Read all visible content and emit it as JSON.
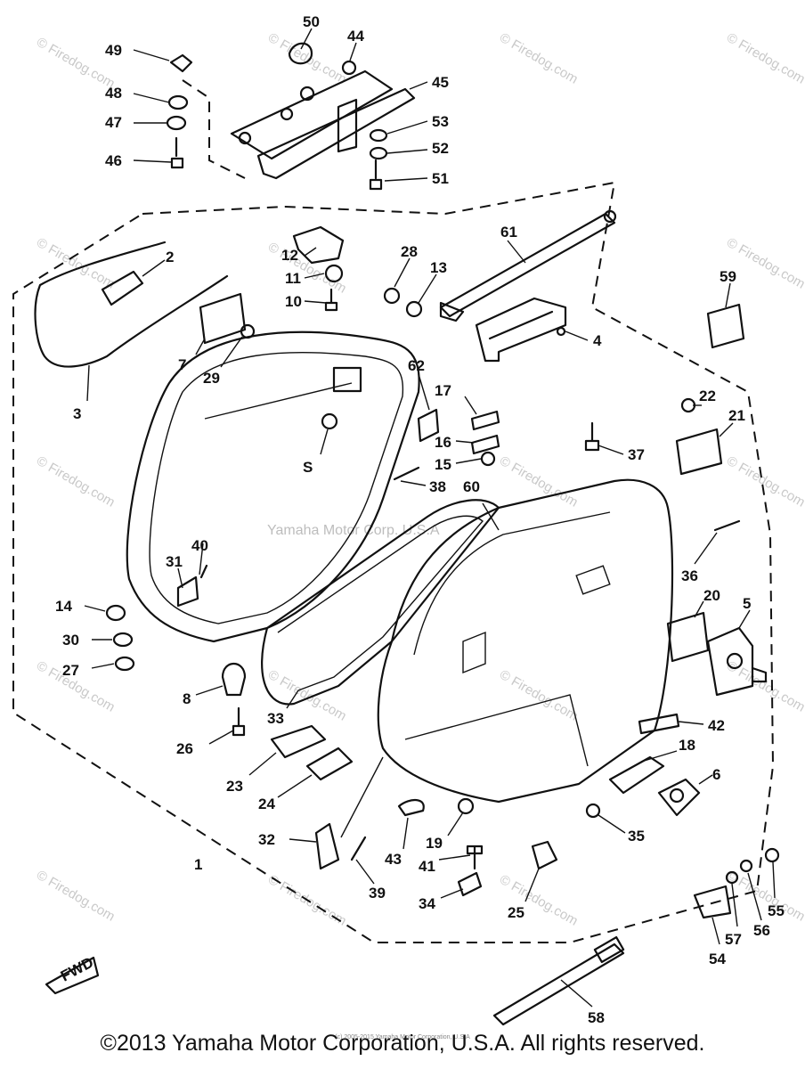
{
  "watermarks": {
    "site": "© Firedog.com",
    "center": "Yamaha Motor Corp. U.S.A",
    "small": "(c) 2005-2015 Yamaha Motor Corporation, U.S.A"
  },
  "copyright": "©2013 Yamaha Motor Corporation, U.S.A. All rights reserved.",
  "fwd_label": "FWD",
  "callouts": {
    "c1": "1",
    "c2": "2",
    "c3": "3",
    "c4": "4",
    "c5": "5",
    "c6": "6",
    "c7": "7",
    "c8": "8",
    "c10": "10",
    "c11": "11",
    "c12": "12",
    "c13": "13",
    "c14": "14",
    "c15": "15",
    "c16": "16",
    "c17": "17",
    "c18": "18",
    "c19": "19",
    "c20": "20",
    "c21": "21",
    "c22": "22",
    "c23": "23",
    "c24": "24",
    "c25": "25",
    "c26": "26",
    "c27": "27",
    "c28": "28",
    "c29": "29",
    "c30": "30",
    "c31": "31",
    "c32": "32",
    "c33": "33",
    "c34": "34",
    "c35": "35",
    "c36": "36",
    "c37": "37",
    "c38": "38",
    "c39": "39",
    "c40": "40",
    "c41": "41",
    "c42": "42",
    "c43": "43",
    "c44": "44",
    "c45": "45",
    "c46": "46",
    "c47": "47",
    "c48": "48",
    "c49": "49",
    "c50": "50",
    "c51": "51",
    "c52": "52",
    "c53": "53",
    "c54": "54",
    "c55": "55",
    "c56": "56",
    "c57": "57",
    "c58": "58",
    "c59": "59",
    "c60": "60",
    "c61": "61",
    "c62": "62",
    "c5b": "S"
  }
}
